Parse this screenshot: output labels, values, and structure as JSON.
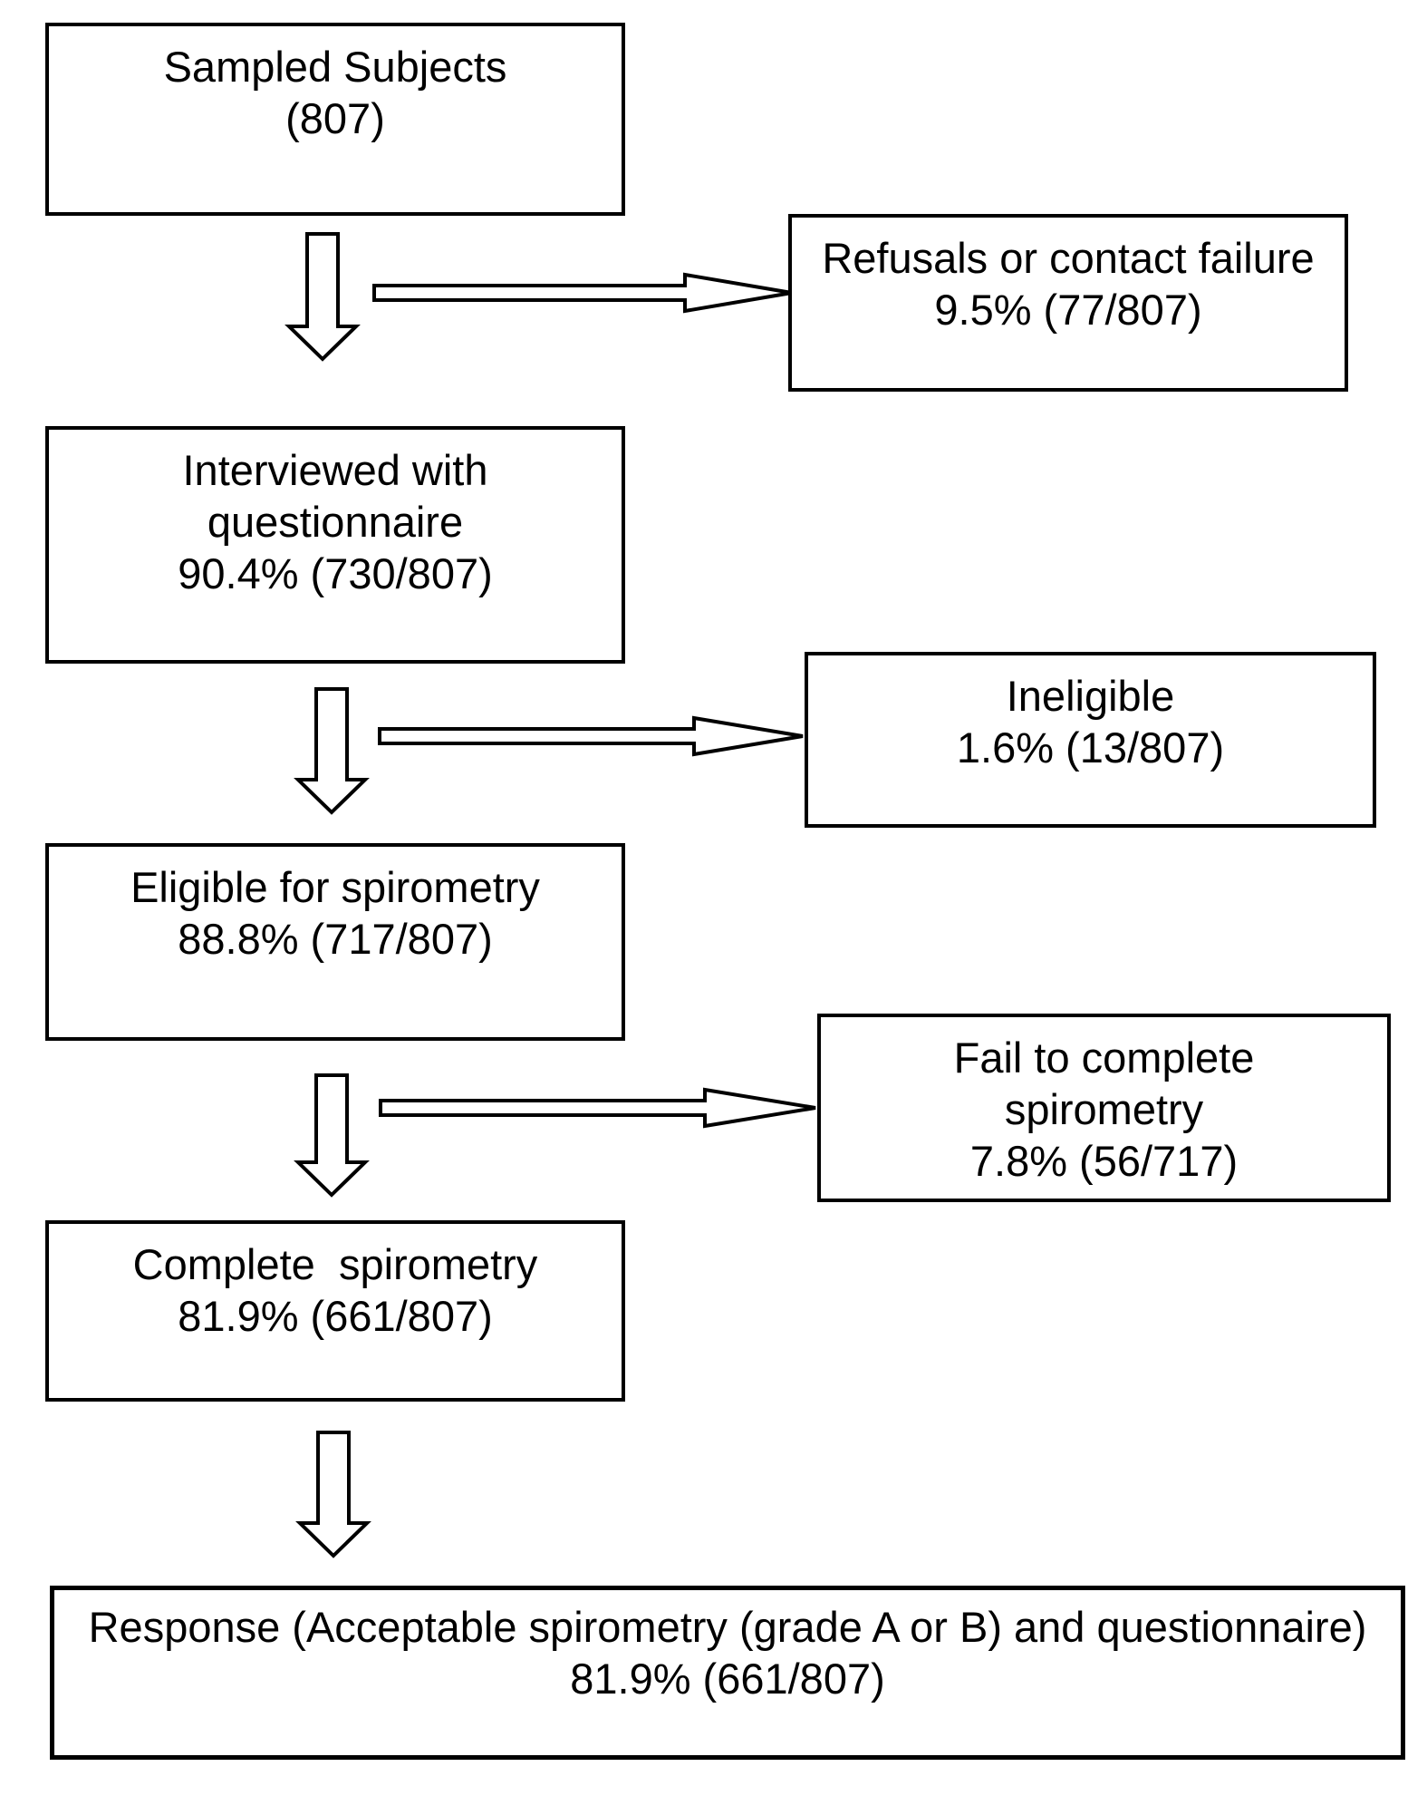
{
  "colors": {
    "ink": "#000000",
    "paper": "#ffffff"
  },
  "boxes": {
    "sampled": {
      "lines": [
        "Sampled Subjects",
        "(807)"
      ]
    },
    "refusals": {
      "lines": [
        "Refusals or contact failure",
        "9.5% (77/807)"
      ]
    },
    "interviewed": {
      "lines": [
        "Interviewed with",
        "questionnaire",
        "90.4% (730/807)"
      ]
    },
    "ineligible": {
      "lines": [
        "Ineligible",
        "1.6% (13/807)"
      ]
    },
    "eligible": {
      "lines": [
        "Eligible for spirometry",
        "88.8% (717/807)"
      ]
    },
    "fail": {
      "lines": [
        "Fail to complete",
        "spirometry",
        "7.8% (56/717)"
      ]
    },
    "complete": {
      "lines": [
        "Complete  spirometry",
        "81.9% (661/807)"
      ]
    },
    "response": {
      "lines": [
        "Response (Acceptable spirometry (grade A or B) and questionnaire)",
        "81.9% (661/807)"
      ]
    }
  }
}
